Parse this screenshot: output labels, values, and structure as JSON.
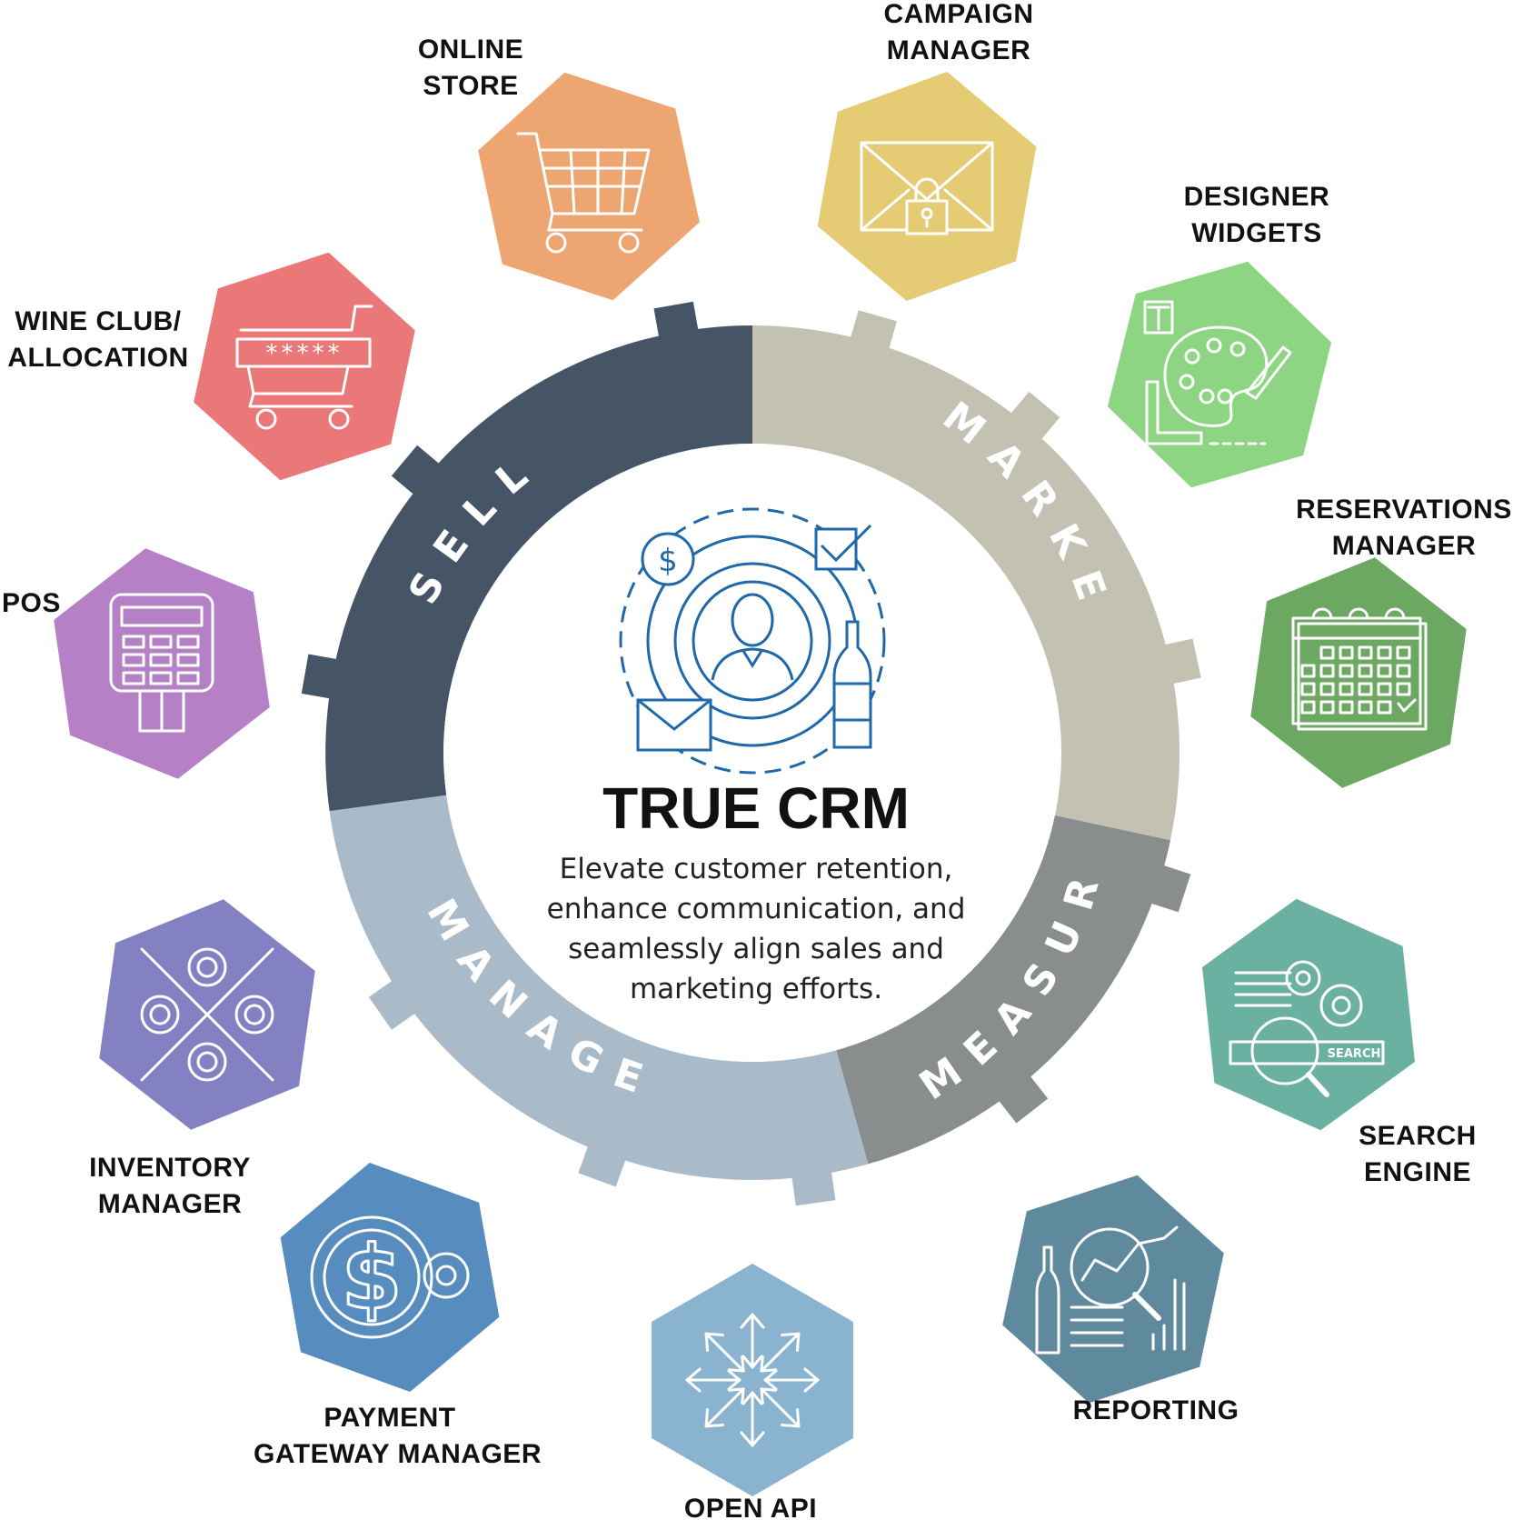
{
  "center": {
    "title": "TRUE CRM",
    "description_lines": [
      "Elevate customer retention,",
      "enhance communication, and",
      "seamlessly align sales and",
      "marketing efforts."
    ]
  },
  "ring_segments": [
    {
      "label": "SELL",
      "color": "#455566"
    },
    {
      "label": "MARKET",
      "color": "#c3c1b2"
    },
    {
      "label": "MEASURE",
      "color": "#8a8d8d"
    },
    {
      "label": "MANAGE",
      "color": "#a9bac8"
    }
  ],
  "modules": [
    {
      "id": "online-store",
      "label_lines": [
        "ONLINE",
        "STORE"
      ],
      "color": "#eda571",
      "icon": "shopping-cart-icon"
    },
    {
      "id": "campaign-manager",
      "label_lines": [
        "CAMPAIGN",
        "MANAGER"
      ],
      "color": "#e6cb75",
      "icon": "envelope-lock-icon"
    },
    {
      "id": "designer-widgets",
      "label_lines": [
        "DESIGNER",
        "WIDGETS"
      ],
      "color": "#8dd582",
      "icon": "palette-icon"
    },
    {
      "id": "reservations-manager",
      "label_lines": [
        "RESERVATIONS",
        "MANAGER"
      ],
      "color": "#6ca862",
      "icon": "calendar-icon"
    },
    {
      "id": "search-engine",
      "label_lines": [
        "SEARCH",
        "ENGINE"
      ],
      "color": "#6bb1a2",
      "icon": "search-gears-icon",
      "search_text": "SEARCH"
    },
    {
      "id": "reporting",
      "label_lines": [
        "REPORTING"
      ],
      "color": "#5f899c",
      "icon": "report-analytics-icon"
    },
    {
      "id": "open-api",
      "label_lines": [
        "OPEN API"
      ],
      "color": "#89b3ce",
      "icon": "arrows-expand-icon"
    },
    {
      "id": "payment-gateway-manager",
      "label_lines": [
        "PAYMENT",
        "GATEWAY MANAGER"
      ],
      "color": "#578cbe",
      "icon": "dollar-gear-icon"
    },
    {
      "id": "inventory-manager",
      "label_lines": [
        "INVENTORY",
        "MANAGER"
      ],
      "color": "#8481c3",
      "icon": "inventory-circles-icon"
    },
    {
      "id": "pos",
      "label_lines": [
        "POS"
      ],
      "color": "#b580c5",
      "icon": "pos-terminal-icon"
    },
    {
      "id": "wine-club-allocation",
      "label_lines": [
        "WINE CLUB/",
        "ALLOCATION"
      ],
      "color": "#ea7878",
      "icon": "password-cart-icon",
      "icon_text": "*****"
    }
  ],
  "colors": {
    "icon_line": "#ffffff",
    "center_icon_line": "#1f68a9",
    "text": "#111111"
  }
}
